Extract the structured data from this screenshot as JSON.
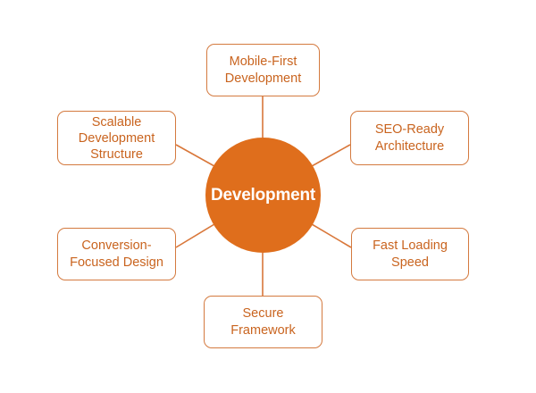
{
  "diagram": {
    "type": "hub-and-spoke",
    "center": {
      "label": "Development"
    },
    "nodes": [
      {
        "id": "mobile-first",
        "label": "Mobile-First\nDevelopment"
      },
      {
        "id": "seo-ready",
        "label": "SEO-Ready\nArchitecture"
      },
      {
        "id": "fast-loading",
        "label": "Fast Loading\nSpeed"
      },
      {
        "id": "secure",
        "label": "Secure\nFramework"
      },
      {
        "id": "conversion",
        "label": "Conversion-\nFocused Design"
      },
      {
        "id": "scalable",
        "label": "Scalable\nDevelopment\nStructure"
      }
    ],
    "colors": {
      "hub_fill": "#df6e1c",
      "hub_text": "#ffffff",
      "node_border": "#d47a3f",
      "node_text": "#c9641f",
      "connector": "#d9773a"
    }
  }
}
